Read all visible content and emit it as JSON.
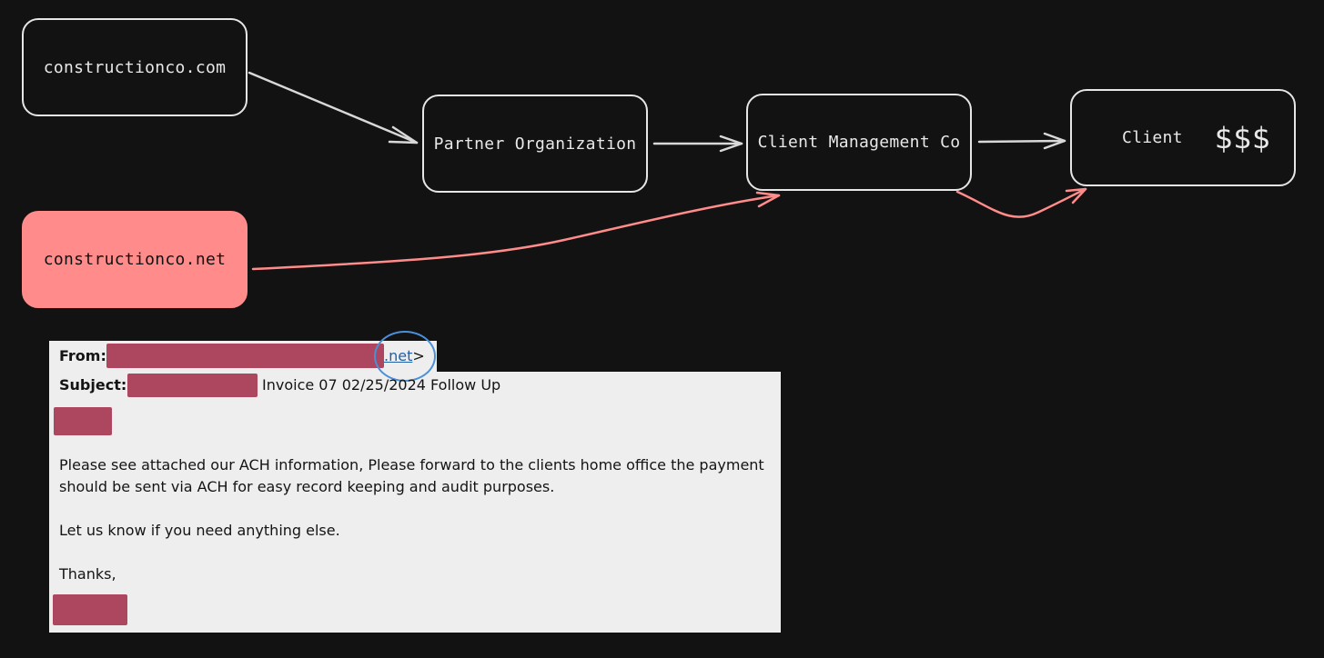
{
  "nodes": {
    "constructionco_com": "constructionco.com",
    "partner": "Partner Organization",
    "client_mgmt": "Client Management Co",
    "client": "Client",
    "client_money": "$$$",
    "constructionco_net": "constructionco.net"
  },
  "colors": {
    "normal_arrow": "#d8d8d8",
    "malicious": "#ff8c8a",
    "highlight_circle": "#4a90d9",
    "redaction": "#ad475f"
  },
  "email": {
    "from_label": "From:",
    "from_domain": ".net",
    "from_suffix": ">",
    "subject_label": "Subject:",
    "subject_text": "Invoice 07 02/25/2024 Follow Up",
    "body_line1": "Please see attached our ACH information, Please forward to the clients home office the payment should be sent via ACH for easy record keeping and audit purposes.",
    "body_line2": "Let us know if you need anything else.",
    "closing": "Thanks,"
  }
}
